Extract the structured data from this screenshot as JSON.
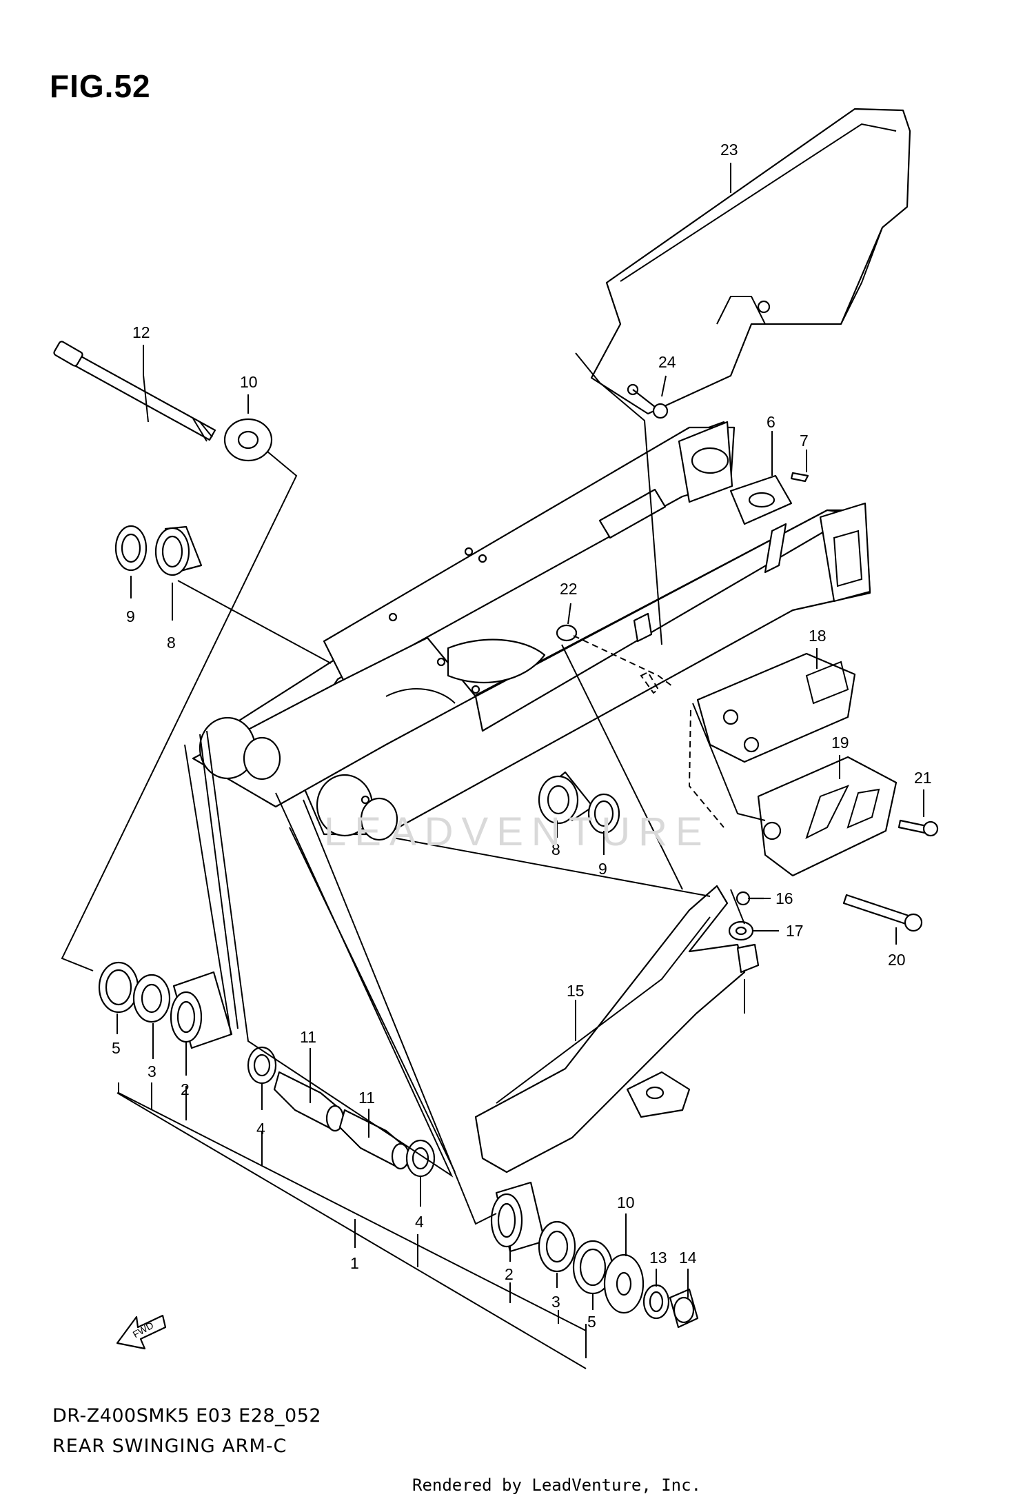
{
  "figure": {
    "title": "FIG.52"
  },
  "footer": {
    "model_code": "DR-Z400SMK5 E03 E28_052",
    "section_name": "REAR SWINGING ARM-C",
    "render_credit": "Rendered by LeadVenture, Inc."
  },
  "watermark": {
    "text": "LEADVENTURE"
  },
  "fwd_arrow": {
    "label": "FWD"
  },
  "callouts": {
    "c23": "23",
    "c24": "24",
    "c12": "12",
    "c10a": "10",
    "c6": "6",
    "c7": "7",
    "c9a": "9",
    "c8a": "8",
    "c22": "22",
    "c18": "18",
    "c19": "19",
    "c21": "21",
    "c8b": "8",
    "c9b": "9",
    "c16": "16",
    "c17": "17",
    "c20": "20",
    "c15": "15",
    "c5a": "5",
    "c3a": "3",
    "c2a": "2",
    "c11a": "11",
    "c11b": "11",
    "c4a": "4",
    "c4b": "4",
    "c1": "1",
    "c10b": "10",
    "c13": "13",
    "c14": "14",
    "c2b": "2",
    "c3b": "3",
    "c5b": "5"
  }
}
